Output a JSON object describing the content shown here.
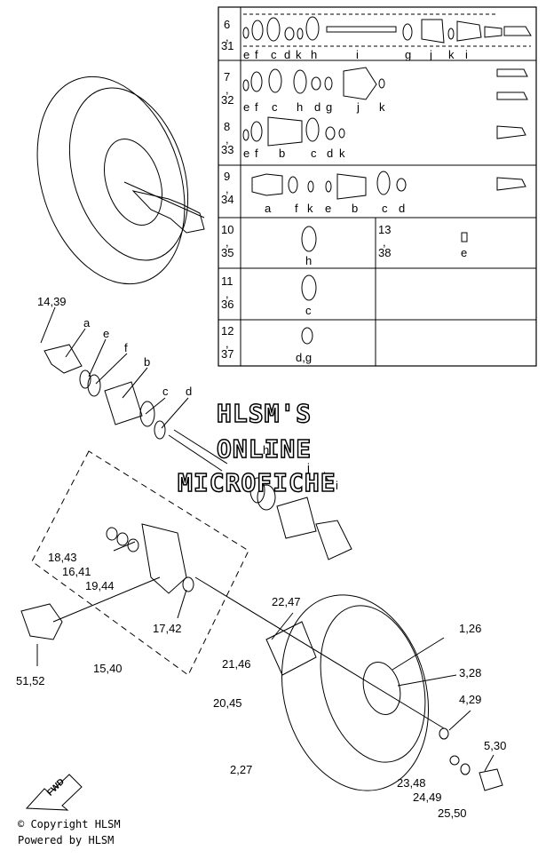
{
  "table": {
    "rows": [
      {
        "num": [
          "6",
          ",",
          "31"
        ],
        "parts": [
          "e",
          "f",
          "c",
          "d",
          "k",
          "h",
          "i",
          "g",
          "j",
          "k",
          "i"
        ]
      },
      {
        "num": [
          "7",
          ",",
          "32"
        ],
        "parts": [
          "e",
          "f",
          "c",
          "h",
          "d",
          "g",
          "j",
          "k"
        ]
      },
      {
        "num": [
          "8",
          ",",
          "33"
        ],
        "parts": [
          "e",
          "f",
          "b",
          "c",
          "d",
          "k"
        ]
      },
      {
        "num": [
          "9",
          ",",
          "34"
        ],
        "parts": [
          "a",
          "f",
          "k",
          "e",
          "b",
          "c",
          "d"
        ]
      },
      {
        "num": [
          "10",
          ",",
          "35"
        ],
        "parts": [
          "h"
        ],
        "num2": [
          "13",
          ",",
          "38"
        ],
        "parts2": [
          "e"
        ]
      },
      {
        "num": [
          "11",
          ",",
          "36"
        ],
        "parts": [
          "c"
        ]
      },
      {
        "num": [
          "12",
          ",",
          "37"
        ],
        "parts": [
          "d,g"
        ]
      }
    ]
  },
  "callouts": {
    "c1439": "14,39",
    "ca": "a",
    "ce": "e",
    "cf": "f",
    "cb": "b",
    "cc": "c",
    "cd": "d",
    "ch": "h",
    "cl": "i",
    "ck": "k",
    "cj": "j",
    "ci": "i",
    "c1843": "18,43",
    "c1641": "16,41",
    "c1944": "19,44",
    "c1742": "17,42",
    "c5152": "51,52",
    "c1540": "15,40",
    "c2247": "22,47",
    "c2146": "21,46",
    "c2045": "20,45",
    "c126": "1,26",
    "c328": "3,28",
    "c429": "4,29",
    "c530": "5,30",
    "c227": "2,27",
    "c2348": "23,48",
    "c2449": "24,49",
    "c2550": "25,50"
  },
  "watermark": [
    "HLSM'S",
    "ONLINE",
    "MICROFICHE"
  ],
  "fwd": "FWD",
  "copyright": "© Copyright HLSM",
  "powered": "Powered by HLSM"
}
